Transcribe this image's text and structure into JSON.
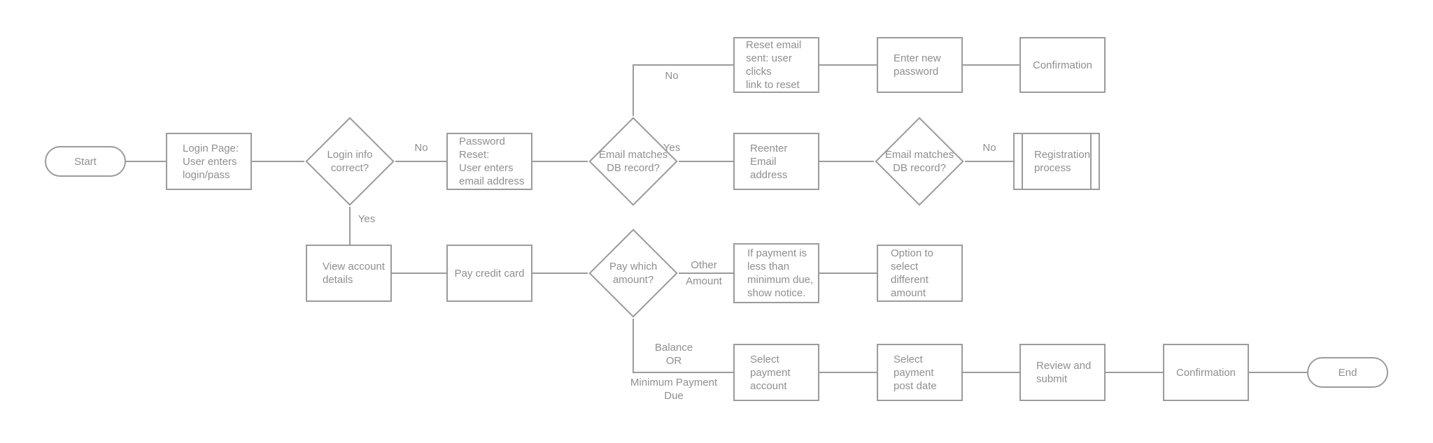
{
  "diagram": {
    "title": "Login and credit card payment flowchart",
    "colors": {
      "background": "#ffffff",
      "stroke": "#9b9b9b",
      "text": "#8f8f8f"
    },
    "nodes": {
      "start": {
        "type": "terminator",
        "label": "Start"
      },
      "login_page": {
        "type": "process",
        "label": "Login Page:\nUser enters\nlogin/pass"
      },
      "login_correct": {
        "type": "decision",
        "label": "Login info\ncorrect?"
      },
      "password_reset": {
        "type": "process",
        "label": "Password Reset:\nUser enters\nemail address"
      },
      "email_match_1": {
        "type": "decision",
        "label": "Email matches\nDB record?"
      },
      "reset_email": {
        "type": "process",
        "label": "Reset email\nsent: user clicks\nlink to reset"
      },
      "enter_new_password": {
        "type": "process",
        "label": "Enter new\npassword"
      },
      "confirmation_top": {
        "type": "process",
        "label": "Confirmation"
      },
      "reenter_email": {
        "type": "process",
        "label": "Reenter Email\naddress"
      },
      "email_match_2": {
        "type": "decision",
        "label": "Email matches\nDB record?"
      },
      "registration": {
        "type": "predefined-process",
        "label": "Registration\nprocess"
      },
      "view_account": {
        "type": "process",
        "label": "View account\ndetails"
      },
      "pay_credit_card": {
        "type": "process",
        "label": "Pay credit card"
      },
      "pay_which_amount": {
        "type": "decision",
        "label": "Pay which\namount?"
      },
      "if_payment": {
        "type": "process",
        "label": "If payment is\nless than\nminimum due,\nshow notice."
      },
      "option_select": {
        "type": "process",
        "label": "Option to\nselect different\namount"
      },
      "select_account": {
        "type": "process",
        "label": "Select\npayment\naccount"
      },
      "select_post_date": {
        "type": "process",
        "label": "Select\npayment\npost date"
      },
      "review_submit": {
        "type": "process",
        "label": "Review and\nsubmit"
      },
      "confirmation_bottom": {
        "type": "process",
        "label": "Confirmation"
      },
      "end": {
        "type": "terminator",
        "label": "End"
      }
    },
    "edge_labels": {
      "login_no": "No",
      "login_yes": "Yes",
      "email1_no": "No",
      "email1_yes": "Yes",
      "email2_no": "No",
      "amount_other_line1": "Other",
      "amount_other_line2": "Amount",
      "amount_balance_above": "Balance\nOR",
      "amount_balance_below": "Minimum Payment\nDue"
    }
  }
}
